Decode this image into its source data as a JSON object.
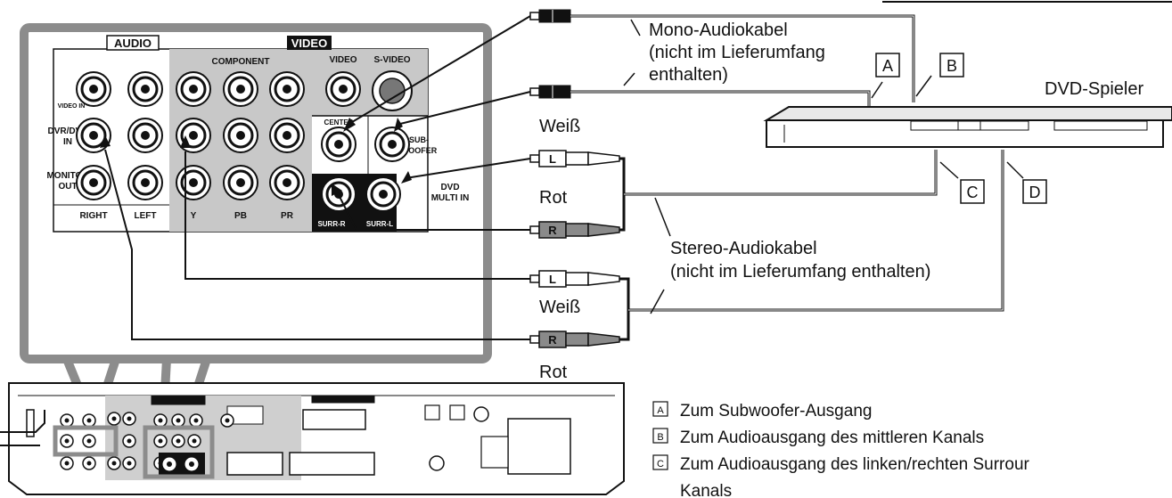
{
  "panel": {
    "audio_header": "AUDIO",
    "video_header": "VIDEO",
    "component": "COMPONENT",
    "video_col": "VIDEO",
    "svideo_col": "S-VIDEO",
    "video_in": "VIDEO IN",
    "dvr_dvd_in_1": "DVR/DVD",
    "dvr_dvd_in_2": "IN",
    "monitor_out_1": "MONITOR",
    "monitor_out_2": "OUT",
    "right": "RIGHT",
    "left": "LEFT",
    "y": "Y",
    "pb": "PB",
    "pr": "PR",
    "center": "CENTER",
    "subwoofer_1": "SUB-",
    "subwoofer_2": "WOOFER",
    "dvd_multi_1": "DVD",
    "dvd_multi_2": "MULTI IN",
    "surr_r": "SURR-R",
    "surr_l": "SURR-L"
  },
  "callouts": {
    "mono_cable_1": "Mono-Audiokabel",
    "mono_cable_2": "(nicht im Lieferumfang",
    "mono_cable_3": "enthalten)",
    "white_1": "Weiß",
    "red_1": "Rot",
    "stereo_cable_1": "Stereo-Audiokabel",
    "stereo_cable_2": "(nicht im Lieferumfang enthalten)",
    "white_2": "Weiß",
    "red_2": "Rot",
    "dvd_player": "DVD-Spieler"
  },
  "plugs": {
    "left": "L",
    "right": "R"
  },
  "boxes": {
    "a": "A",
    "b": "B",
    "c": "C",
    "d": "D"
  },
  "legend": [
    {
      "key": "A",
      "text": "Zum Subwoofer-Ausgang"
    },
    {
      "key": "B",
      "text": "Zum Audioausgang des mittleren Kanals"
    },
    {
      "key": "C",
      "text": "Zum Audioausgang des linken/rechten Surrour"
    },
    {
      "key": "",
      "text": "Kanals"
    }
  ]
}
